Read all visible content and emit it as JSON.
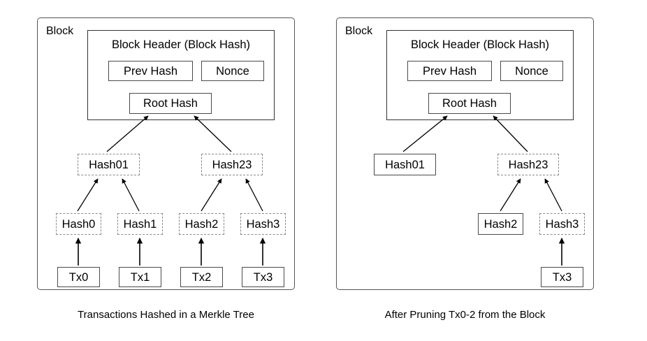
{
  "figure": {
    "type": "diagram",
    "subject": "Bitcoin Merkle tree block structure before and after pruning"
  },
  "colors": {
    "background": "#ffffff",
    "text": "#000000",
    "block_border": "#555555",
    "node_border_solid": "#4a4a4a",
    "node_border_dashed": "#8a8a8a",
    "arrow": "#000000"
  },
  "panels": [
    {
      "id": "left",
      "block_label": "Block",
      "header": {
        "title": "Block Header (Block Hash)",
        "fields": [
          {
            "label": "Prev Hash",
            "style": "solid"
          },
          {
            "label": "Nonce",
            "style": "solid"
          },
          {
            "label": "Root Hash",
            "style": "solid"
          }
        ]
      },
      "tree": {
        "level2": [
          {
            "label": "Hash01",
            "style": "dashed"
          },
          {
            "label": "Hash23",
            "style": "dashed"
          }
        ],
        "level1": [
          {
            "label": "Hash0",
            "style": "dashed"
          },
          {
            "label": "Hash1",
            "style": "dashed"
          },
          {
            "label": "Hash2",
            "style": "dashed"
          },
          {
            "label": "Hash3",
            "style": "dashed"
          }
        ],
        "transactions": [
          {
            "label": "Tx0",
            "style": "solid"
          },
          {
            "label": "Tx1",
            "style": "solid"
          },
          {
            "label": "Tx2",
            "style": "solid"
          },
          {
            "label": "Tx3",
            "style": "solid"
          }
        ]
      },
      "caption": "Transactions Hashed in a Merkle Tree"
    },
    {
      "id": "right",
      "block_label": "Block",
      "header": {
        "title": "Block Header (Block Hash)",
        "fields": [
          {
            "label": "Prev Hash",
            "style": "solid"
          },
          {
            "label": "Nonce",
            "style": "solid"
          },
          {
            "label": "Root Hash",
            "style": "solid"
          }
        ]
      },
      "tree": {
        "level2": [
          {
            "label": "Hash01",
            "style": "solid"
          },
          {
            "label": "Hash23",
            "style": "dashed"
          }
        ],
        "level1": [
          {
            "label": "Hash2",
            "style": "solid"
          },
          {
            "label": "Hash3",
            "style": "dashed"
          }
        ],
        "transactions": [
          {
            "label": "Tx3",
            "style": "solid"
          }
        ]
      },
      "caption": "After Pruning Tx0-2 from the Block"
    }
  ]
}
